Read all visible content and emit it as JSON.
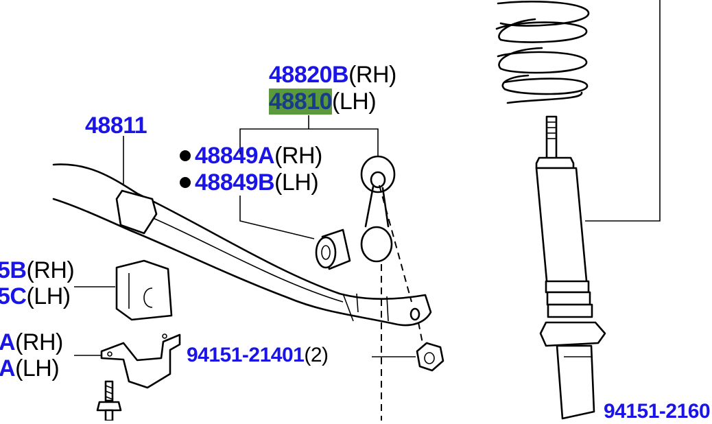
{
  "labels": {
    "link_rh": {
      "part": "48820B",
      "suffix": "(RH)"
    },
    "link_lh": {
      "part": "48810",
      "suffix": "(LH)"
    },
    "stabilizer_bar": {
      "part": "48811"
    },
    "bushing_rh": {
      "part": "48849A",
      "suffix": "(RH)"
    },
    "bushing_lh": {
      "part": "48849B",
      "suffix": "(LH)"
    },
    "bar_bushing_rh": {
      "part": "5B",
      "suffix": "(RH)"
    },
    "bar_bushing_lh": {
      "part": "5C",
      "suffix": "(LH)"
    },
    "bracket_rh": {
      "part": "A",
      "suffix": "(RH)"
    },
    "bracket_lh": {
      "part": "A",
      "suffix": "(LH)"
    },
    "nut": {
      "part": "94151-21401",
      "suffix": "(2)"
    },
    "shock_nut": {
      "part": "94151-2160"
    }
  },
  "colors": {
    "part_number": "#1a14e6",
    "highlight": "#5a9a3c"
  },
  "icons": {
    "bullet": "filled-circle"
  }
}
